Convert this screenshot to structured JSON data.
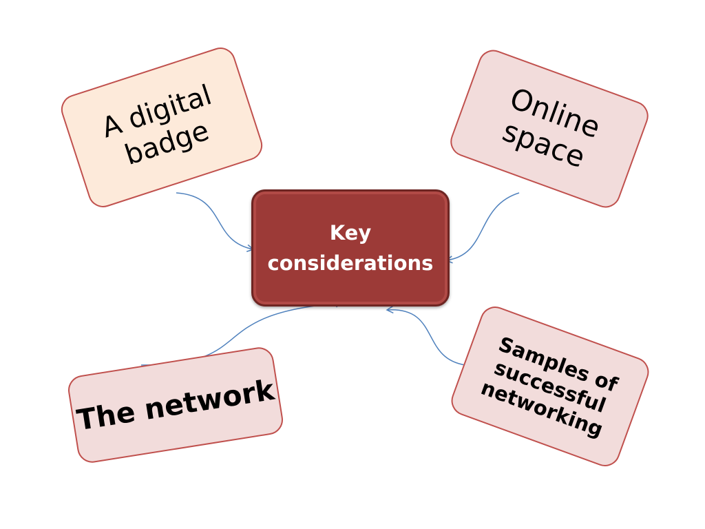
{
  "center": {
    "line1": "Key",
    "line2": "considerations"
  },
  "nodes": {
    "badge": {
      "line1": "A digital",
      "line2": "badge"
    },
    "online": {
      "line1": "Online",
      "line2": "space"
    },
    "network": {
      "label": "The network"
    },
    "samples": {
      "line1": "Samples of",
      "line2": "successful",
      "line3": "networking"
    }
  },
  "colors": {
    "center_fill": "#9c3a37",
    "node_border": "#c0504d",
    "badge_fill": "#fdeada",
    "node_fill": "#f2dcdb",
    "connector": "#4f81bd"
  }
}
